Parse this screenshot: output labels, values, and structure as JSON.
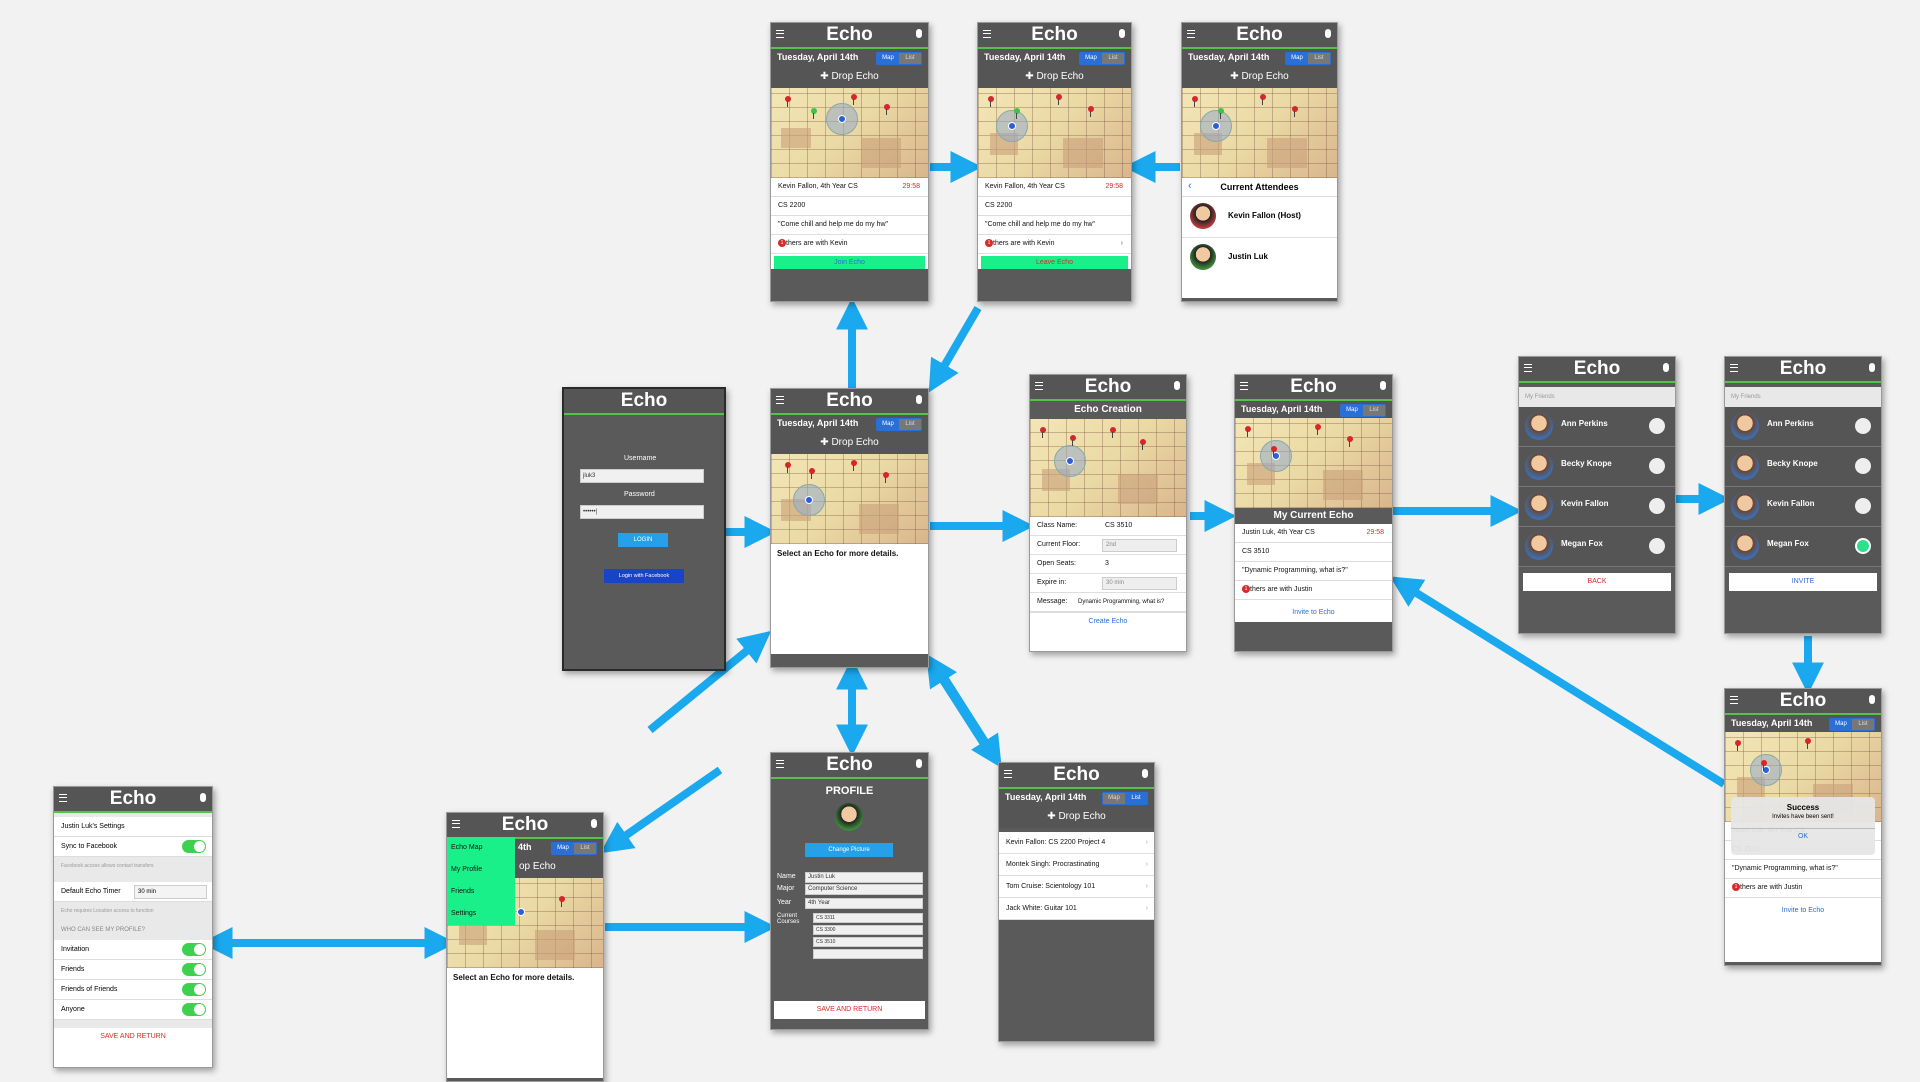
{
  "app_name": "Echo",
  "date": "Tuesday, April 14th",
  "seg_map": "Map",
  "seg_list": "List",
  "drop_echo": "Drop Echo",
  "details": {
    "host_line": "Kevin Fallon, 4th Year CS",
    "timer": "29:58",
    "course": "CS 2200",
    "quote": "\"Come chill and help me do my hw\"",
    "others": "thers are with Kevin",
    "join": "Join Echo",
    "leave": "Leave Echo"
  },
  "attendees": {
    "title": "Current Attendees",
    "people": [
      "Kevin Fallon (Host)",
      "Justin Luk"
    ]
  },
  "login": {
    "username_label": "Username",
    "username_value": "jluk3",
    "password_label": "Password",
    "password_value": "••••••|",
    "login_btn": "LOGIN",
    "fb_btn": "Login with Facebook"
  },
  "select_prompt": "Select an Echo for more details.",
  "creation": {
    "title": "Echo Creation",
    "fields": [
      {
        "label": "Class Name:",
        "value": "CS 3510"
      },
      {
        "label": "Current Floor:",
        "value": "2nd"
      },
      {
        "label": "Open Seats:",
        "value": "3"
      },
      {
        "label": "Expire in:",
        "value": "30 min"
      },
      {
        "label": "Message:",
        "value": "Dynamic Programming, what is?"
      }
    ],
    "create_btn": "Create Echo"
  },
  "current": {
    "title": "My Current Echo",
    "host_line": "Justin Luk, 4th Year CS",
    "timer": "29:58",
    "course": "CS 3510",
    "quote": "\"Dynamic Programming, what is?\"",
    "others": "thers are with Justin",
    "invite": "Invite to Echo"
  },
  "friends": {
    "header": "My Friends",
    "names": [
      "Ann Perkins",
      "Becky Knope",
      "Kevin Fallon",
      "Megan Fox"
    ],
    "back": "BACK",
    "invite": "INVITE"
  },
  "success": {
    "title": "Success",
    "message": "Invites have been sent!",
    "ok": "OK"
  },
  "settings": {
    "title": "Justin Luk's Settings",
    "sync": "Sync to Facebook",
    "fb_note": "Facebook access allows contact transfers",
    "timer_label": "Default Echo Timer",
    "timer_value": "30 min",
    "loc_note": "Echo requires Location access to function",
    "who_header": "WHO CAN SEE MY PROFILE?",
    "options": [
      "Invitation",
      "Friends",
      "Friends of Friends",
      "Anyone"
    ],
    "save": "SAVE AND RETURN"
  },
  "menu": {
    "items": [
      "Echo Map",
      "My Profile",
      "Friends",
      "Settings"
    ],
    "partial_date": "4th",
    "partial_drop": "op Echo"
  },
  "profile": {
    "title": "PROFILE",
    "change_pic": "Change Picture",
    "name_label": "Name",
    "name_value": "Justin Luk",
    "major_label": "Major",
    "major_value": "Computer Science",
    "year_label": "Year",
    "year_value": "4th Year",
    "courses_label": "Current Courses",
    "courses": [
      "CS 3311",
      "CS 3300",
      "CS 3510",
      ""
    ],
    "save": "SAVE AND RETURN"
  },
  "list_view": {
    "items": [
      "Kevin Fallon: CS 2200 Project 4",
      "Montek Singh: Procrastinating",
      "Tom Cruise: Scientology 101",
      "Jack White: Guitar 101"
    ]
  },
  "colors": {
    "arrow": "#1aa8ee",
    "green": "#19f08a",
    "accent": "#55c24a"
  }
}
